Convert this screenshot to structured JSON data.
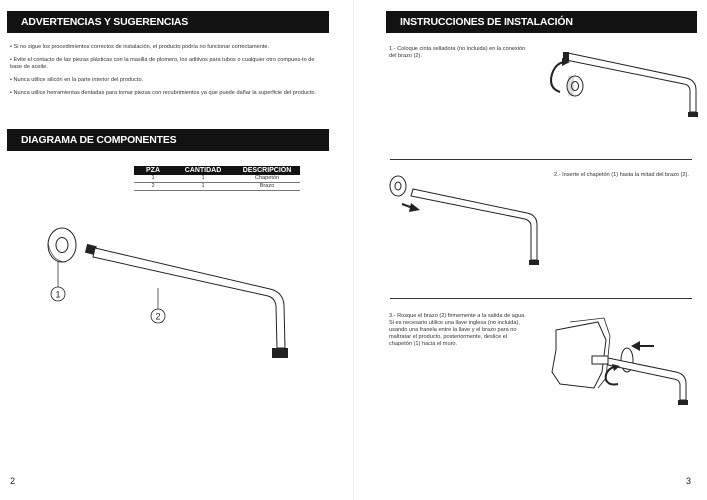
{
  "left_page": {
    "warnings_heading": "ADVERTENCIAS Y SUGERENCIAS",
    "warnings": [
      "• Si no sigue los procedimientos correctos de instalación, el producto podría no funcionar correctamente.",
      "• Evite el contacto de las piezas plásticas con la masilla de plomero, los aditivos para tubos o cualquier otro compues-to de base de aceite.",
      "• Nunca utilice silicón en la parte interior del producto.",
      "• Nunca utilice herramientas dentadas para tomar piezas con recubrimientos ya que puede dañar la superficie del producto."
    ],
    "diagram_heading": "DIAGRAMA DE COMPONENTES",
    "table": {
      "headers": [
        "PZA",
        "CANTIDAD",
        "DESCRIPCIÓN"
      ],
      "rows": [
        [
          "1",
          "1",
          "Chapetón"
        ],
        [
          "2",
          "1",
          "Brazo"
        ]
      ]
    },
    "callouts": [
      "1",
      "2"
    ],
    "page_number": "2"
  },
  "right_page": {
    "install_heading": "INSTRUCCIONES DE INSTALACIÓN",
    "step1": "1.- Coloque cinta selladora (no incluida) en la conexión del brazo (2).",
    "step2": "2.- Inserte el chapetón (1) hasta la mitad del brazo (2).",
    "step3": "3.- Rosque el brazo (2) firmemente a la salida de agua. Si es necesario utilice una llave inglesa (no incluida), usando una franela entre la llave y el brazo para no maltratar el producto, posteriormente, deslice el chapetón (1) hacia el muro.",
    "page_number": "3"
  }
}
